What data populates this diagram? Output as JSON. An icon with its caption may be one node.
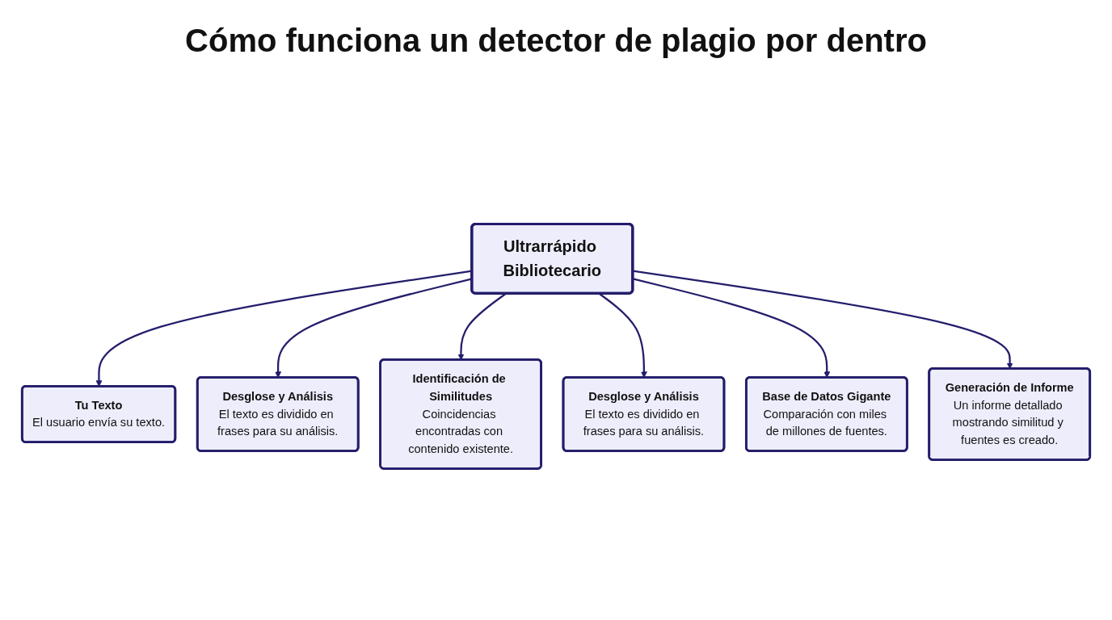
{
  "diagram": {
    "title": "Cómo funciona un detector de plagio por dentro",
    "nodes": [
      {
        "text": [
          "Ultrarrápido Bibliotecario"
        ]
      },
      {
        "text": [
          "Tu Texto",
          "El usuario envía su texto."
        ]
      },
      {
        "text": [
          "Desglose y Análisis",
          "El texto es dividido en frases para su análisis."
        ]
      },
      {
        "text": [
          "Desglose y Análisis",
          "El texto es dividido en frases para su análisis."
        ]
      },
      {
        "text": [
          "Base de Datos Gigante",
          "Comparación con miles de millones de fuentes."
        ]
      },
      {
        "text": [
          "Identificación de Similitudes",
          "Coincidencias encontradas con contenido existente."
        ]
      },
      {
        "text": [
          "Generación de Informe",
          "Un informe detallado mostrando similitud y fuentes es creado."
        ]
      }
    ],
    "edges": [
      {
        "from": 0,
        "to": 1,
        "arrow": "to"
      },
      {
        "from": 0,
        "to": 3,
        "arrow": "to"
      },
      {
        "from": 0,
        "to": 5,
        "arrow": "to"
      },
      {
        "from": 0,
        "to": 2,
        "arrow": "to"
      },
      {
        "from": 0,
        "to": 4,
        "arrow": "to"
      },
      {
        "from": 0,
        "to": 6,
        "arrow": "to"
      }
    ]
  }
}
